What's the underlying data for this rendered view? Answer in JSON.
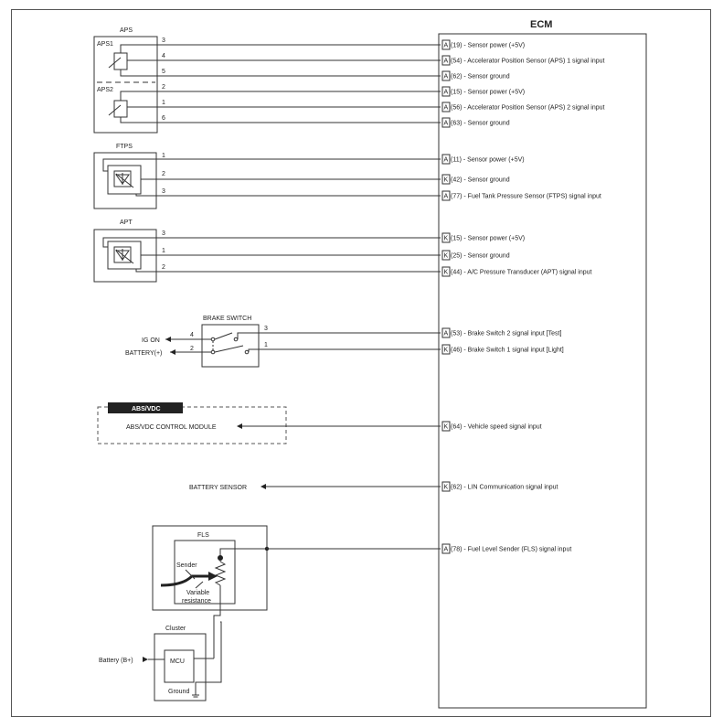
{
  "ecm": {
    "title": "ECM"
  },
  "aps": {
    "label": "APS",
    "sub1": "APS1",
    "sub2": "APS2",
    "pins": [
      "3",
      "4",
      "5",
      "2",
      "1",
      "6"
    ]
  },
  "ftps": {
    "label": "FTPS",
    "pins": [
      "1",
      "2",
      "3"
    ]
  },
  "apt": {
    "label": "APT",
    "pins": [
      "3",
      "1",
      "2"
    ]
  },
  "ecm_pins": [
    {
      "conn": "A",
      "desc": "(19) - Sensor power (+5V)"
    },
    {
      "conn": "A",
      "desc": "(54) - Accelerator Position Sensor (APS) 1 signal input"
    },
    {
      "conn": "A",
      "desc": "(62) - Sensor ground"
    },
    {
      "conn": "A",
      "desc": "(15) - Sensor power (+5V)"
    },
    {
      "conn": "A",
      "desc": "(56) - Accelerator Position Sensor (APS) 2 signal input"
    },
    {
      "conn": "A",
      "desc": "(63) - Sensor ground"
    },
    {
      "conn": "A",
      "desc": "(11) - Sensor power (+5V)"
    },
    {
      "conn": "K",
      "desc": "(42) - Sensor ground"
    },
    {
      "conn": "A",
      "desc": "(77) - Fuel Tank Pressure Sensor (FTPS) signal input"
    },
    {
      "conn": "K",
      "desc": "(15) - Sensor power (+5V)"
    },
    {
      "conn": "K",
      "desc": "(25) - Sensor ground"
    },
    {
      "conn": "K",
      "desc": "(44) - A/C Pressure Transducer (APT) signal input"
    },
    {
      "conn": "A",
      "desc": "(53) - Brake Switch 2 signal input [Test]"
    },
    {
      "conn": "K",
      "desc": "(46) - Brake Switch 1 signal input [Light]"
    },
    {
      "conn": "K",
      "desc": "(64) - Vehicle speed signal input"
    },
    {
      "conn": "K",
      "desc": "(62) - LIN Communication signal input"
    },
    {
      "conn": "A",
      "desc": "(78) - Fuel Level Sender (FLS) signal input"
    }
  ],
  "brake": {
    "label": "BRAKE SWITCH",
    "ig_on": "IG ON",
    "battery": "BATTERY(+)",
    "pin4": "4",
    "pin2": "2",
    "pin3": "3",
    "pin1": "1"
  },
  "abs": {
    "tag": "ABS/VDC",
    "module": "ABS/VDC CONTROL MODULE"
  },
  "battery_sensor": {
    "label": "BATTERY SENSOR"
  },
  "fls": {
    "label": "FLS",
    "sender": "Sender",
    "variable": "Variable",
    "resistance": "resistance"
  },
  "cluster": {
    "label": "Cluster",
    "mcu": "MCU",
    "ground": "Ground",
    "battery": "Battery (B+)"
  }
}
